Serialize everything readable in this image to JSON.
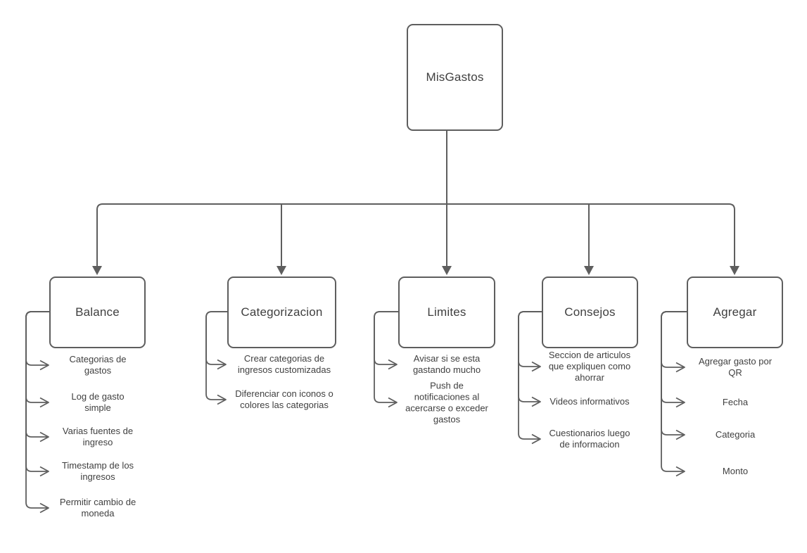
{
  "diagram": {
    "root": {
      "label": "MisGastos"
    },
    "branches": [
      {
        "label": "Balance",
        "items": [
          "Categorias de\ngastos",
          "Log de gasto\nsimple",
          "Varias fuentes de\ningreso",
          "Timestamp de los\ningresos",
          "Permitir cambio de\nmoneda"
        ]
      },
      {
        "label": "Categorizacion",
        "items": [
          "Crear categorias de\ningresos customizadas",
          "Diferenciar con iconos o\ncolores las categorias"
        ]
      },
      {
        "label": "Limites",
        "items": [
          "Avisar si se esta\ngastando mucho",
          "Push de\nnotificaciones al\nacercarse o exceder\ngastos"
        ]
      },
      {
        "label": "Consejos",
        "items": [
          "Seccion de articulos\nque expliquen como\nahorrar",
          "Videos informativos",
          "Cuestionarios luego\nde informacion"
        ]
      },
      {
        "label": "Agregar",
        "items": [
          "Agregar gasto por\nQR",
          "Fecha",
          "Categoria",
          "Monto"
        ]
      }
    ],
    "colors": {
      "line": "#5e5e5e",
      "text": "#3f3f3f",
      "background": "#ffffff"
    }
  }
}
